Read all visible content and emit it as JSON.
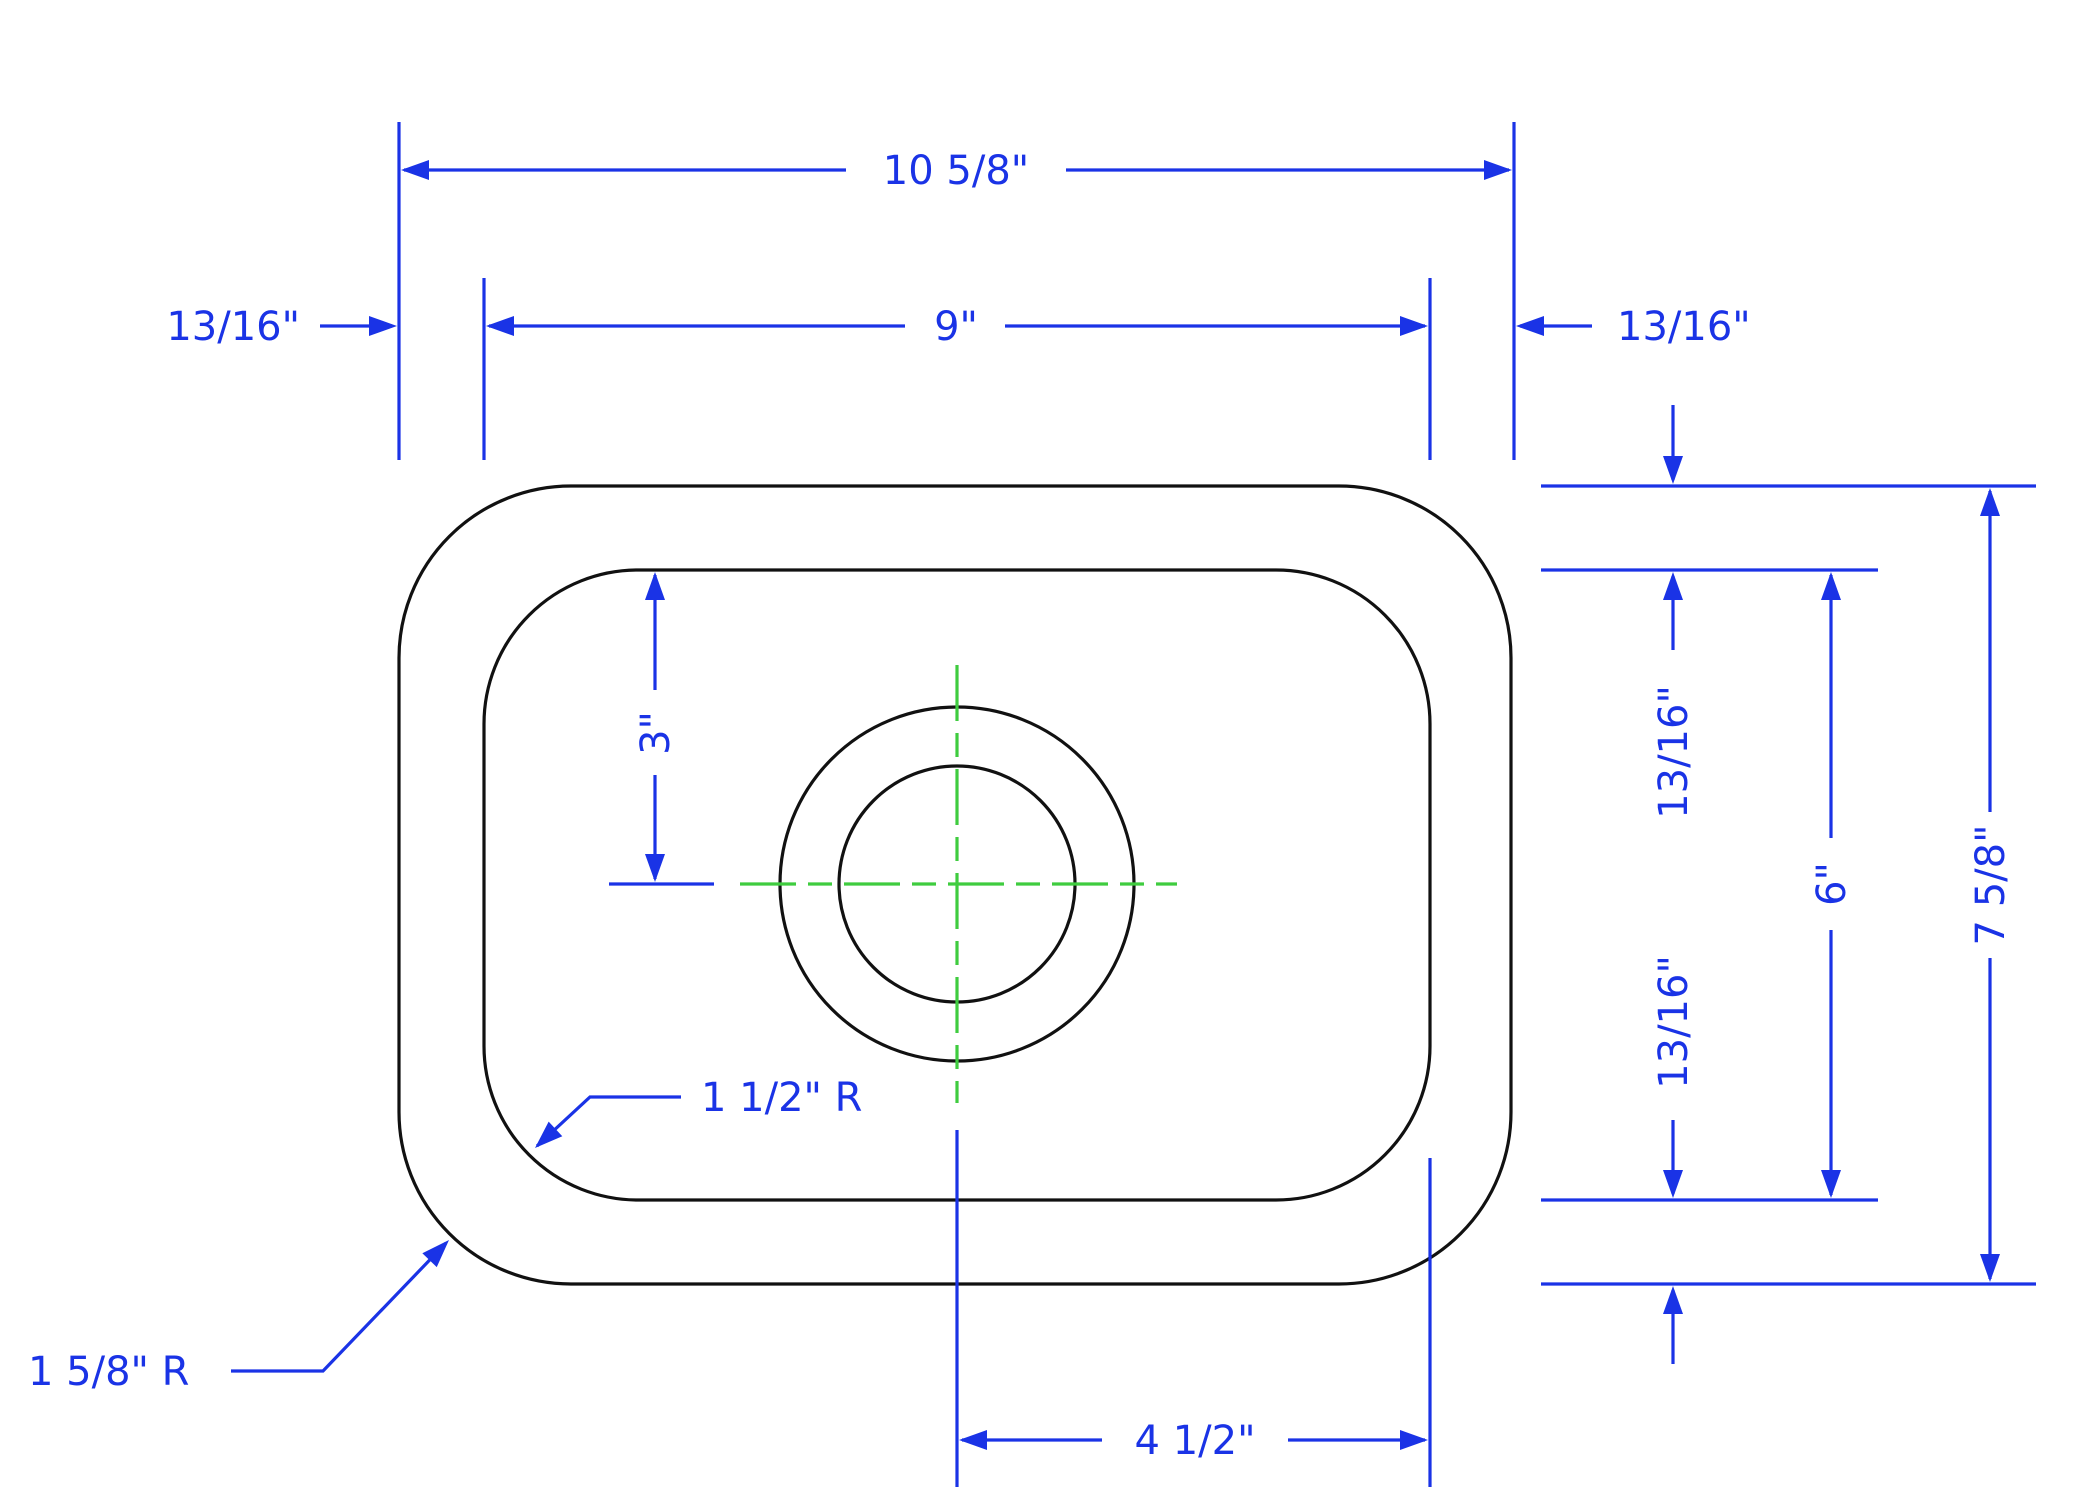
{
  "drawing": {
    "colors": {
      "outline": "#111111",
      "dimension": "#1a33e6",
      "centerline": "#3fcc3f",
      "background": "#ffffff"
    },
    "labels": {
      "overall_length": "10 5/8\"",
      "bowl_length": "9\"",
      "left_rim": "13/16\"",
      "right_rim": "13/16\"",
      "top_rim": "13/16\"",
      "bottom_rim": "13/16\"",
      "bowl_width": "6\"",
      "overall_width": "7 5/8\"",
      "drain_from_top": "3\"",
      "drain_from_right": "4 1/2\"",
      "inner_radius": "1 1/2\" R",
      "outer_radius": "1 5/8\" R"
    }
  }
}
